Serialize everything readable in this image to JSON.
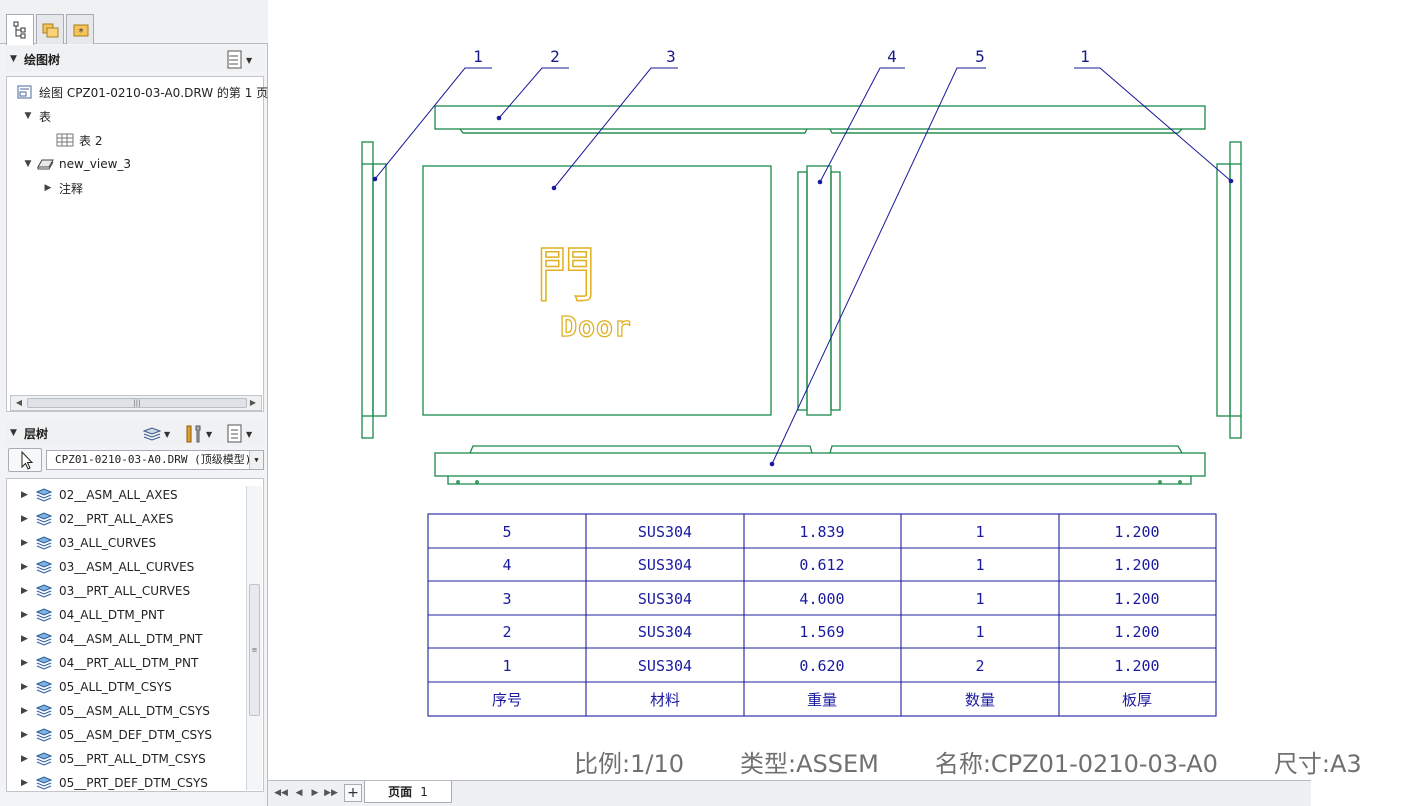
{
  "drawing_tree": {
    "title": "绘图树",
    "items": [
      {
        "label": "绘图 CPZ01-0210-03-A0.DRW 的第 1 页"
      },
      {
        "label": "表"
      },
      {
        "label": "表 2"
      },
      {
        "label": "new_view_3"
      },
      {
        "label": "注释"
      }
    ]
  },
  "layer_tree": {
    "title": "层树",
    "model_selector": "CPZ01-0210-03-A0.DRW (顶级模型)",
    "layers": [
      "02__ASM_ALL_AXES",
      "02__PRT_ALL_AXES",
      "03_ALL_CURVES",
      "03__ASM_ALL_CURVES",
      "03__PRT_ALL_CURVES",
      "04_ALL_DTM_PNT",
      "04__ASM_ALL_DTM_PNT",
      "04__PRT_ALL_DTM_PNT",
      "05_ALL_DTM_CSYS",
      "05__ASM_ALL_DTM_CSYS",
      "05__ASM_DEF_DTM_CSYS",
      "05__PRT_ALL_DTM_CSYS",
      "05__PRT_DEF_DTM_CSYS"
    ]
  },
  "drawing": {
    "balloons": [
      "1",
      "2",
      "3",
      "4",
      "5",
      "1"
    ],
    "door_symbol": "門",
    "door_text": "Door",
    "bom": {
      "rows": [
        [
          "5",
          "SUS304",
          "1.839",
          "1",
          "1.200"
        ],
        [
          "4",
          "SUS304",
          "0.612",
          "1",
          "1.200"
        ],
        [
          "3",
          "SUS304",
          "4.000",
          "1",
          "1.200"
        ],
        [
          "2",
          "SUS304",
          "1.569",
          "1",
          "1.200"
        ],
        [
          "1",
          "SUS304",
          "0.620",
          "2",
          "1.200"
        ]
      ],
      "header": [
        "序号",
        "材料",
        "重量",
        "数量",
        "板厚"
      ]
    },
    "title_line": {
      "scale": "比例:1/10",
      "type": "类型:ASSEM",
      "name": "名称:CPZ01-0210-03-A0",
      "size": "尺寸:A3"
    }
  },
  "page_bar": {
    "tab_label": "页面",
    "tab_number": "1",
    "add_label": "+"
  },
  "colors": {
    "geometry": "#1a8a4a",
    "leader": "#1a1a9a",
    "door": "#e0b020",
    "panel_bg": "#f2f3f5"
  }
}
